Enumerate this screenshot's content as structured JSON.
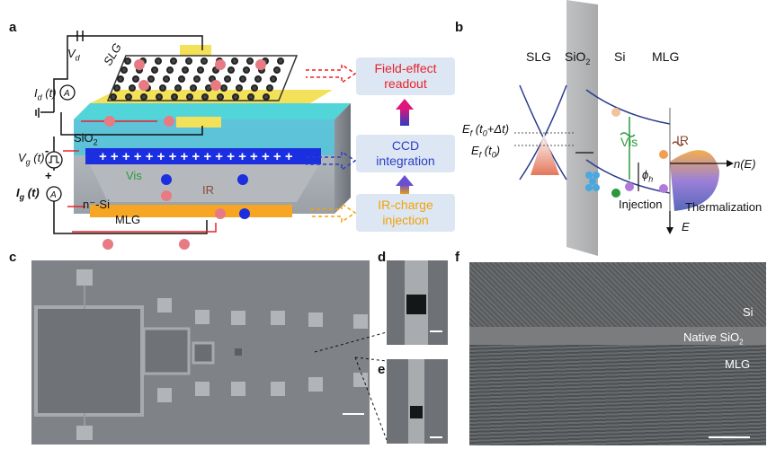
{
  "panels": {
    "a": "a",
    "b": "b",
    "c": "c",
    "d": "d",
    "e": "e",
    "f": "f"
  },
  "panel_a": {
    "vd": "V",
    "vd_sub": "d",
    "id": "I",
    "id_sub": "d",
    "id_t": " (t)",
    "slg": "SLG",
    "sio2": "SiO",
    "sio2_sub": "2",
    "vg": "V",
    "vg_sub": "g",
    "vg_t": " (t)",
    "ig": "I",
    "ig_sub": "g",
    "ig_t": " (t)",
    "nsi": "n⁻-Si",
    "mlg": "MLG",
    "vis": "Vis",
    "ir": "IR",
    "minus": "-",
    "plus": "+",
    "flow": [
      {
        "line1": "Field-effect",
        "line2": "readout",
        "color": "#e8232a"
      },
      {
        "line1": "CCD",
        "line2": "integration",
        "color": "#2b3fc4"
      },
      {
        "line1": "IR-charge",
        "line2": "injection",
        "color": "#f0a30a"
      }
    ]
  },
  "panel_b": {
    "slg": "SLG",
    "sio2": "SiO",
    "sio2_sub": "2",
    "si": "Si",
    "mlg": "MLG",
    "ef1": "E",
    "ef1_sub": "f",
    "ef1_arg": " (t",
    "ef1_arg_sub": "0",
    "ef1_arg_end": "+Δt)",
    "ef2": "E",
    "ef2_sub": "f",
    "ef2_arg": " (t",
    "ef2_arg_sub": "0",
    "ef2_arg_end": ")",
    "vis": "Vis",
    "ir": "IR",
    "phi": "ϕ",
    "phi_sub": "h",
    "ne": "n(E)",
    "injection": "Injection",
    "thermalization": "Thermalization",
    "e_axis": "E"
  },
  "panel_f": {
    "si": "Si",
    "native": "Native SiO",
    "native_sub": "2",
    "mlg": "MLG"
  },
  "colors": {
    "red": "#e8232a",
    "blue": "#2b3fc4",
    "orange": "#f0a30a",
    "box": "#dde6f3"
  }
}
